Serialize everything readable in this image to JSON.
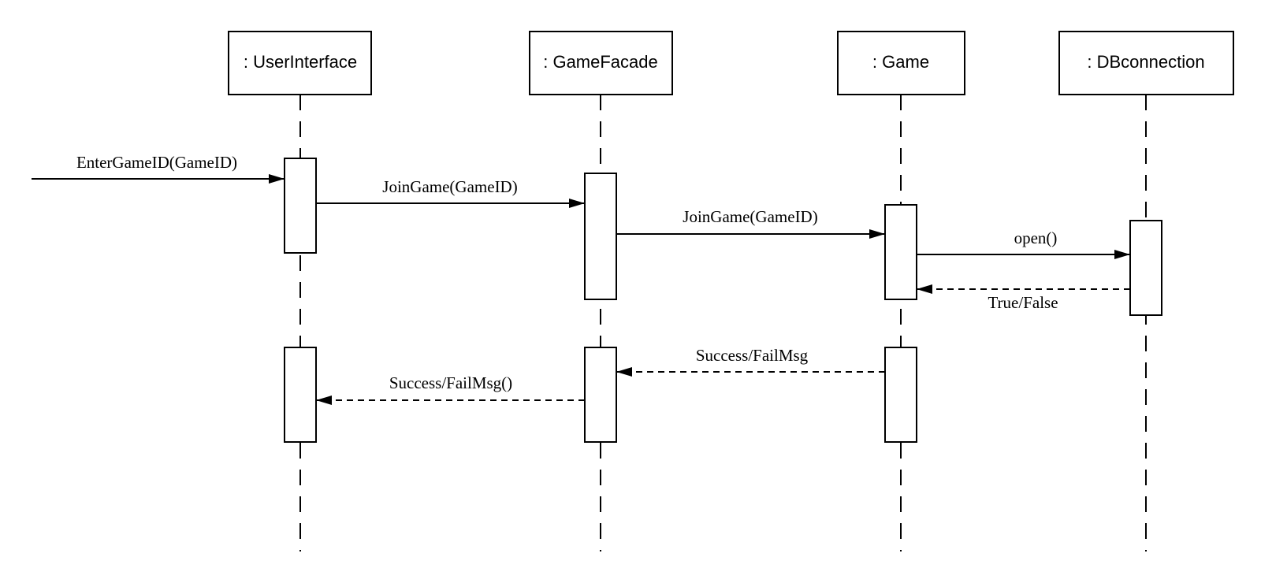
{
  "participants": [
    {
      "id": "ui",
      "label": ": UserInterface"
    },
    {
      "id": "facade",
      "label": ": GameFacade"
    },
    {
      "id": "game",
      "label": ": Game"
    },
    {
      "id": "db",
      "label": ": DBconnection"
    }
  ],
  "messages": [
    {
      "id": "enter-game-id",
      "label": "EnterGameID(GameID)",
      "from": "external",
      "to": "ui",
      "style": "solid"
    },
    {
      "id": "join-game-facade",
      "label": "JoinGame(GameID)",
      "from": "ui",
      "to": "facade",
      "style": "solid"
    },
    {
      "id": "join-game-game",
      "label": "JoinGame(GameID)",
      "from": "facade",
      "to": "game",
      "style": "solid"
    },
    {
      "id": "open",
      "label": "open()",
      "from": "game",
      "to": "db",
      "style": "solid"
    },
    {
      "id": "true-false",
      "label": "True/False",
      "from": "db",
      "to": "game",
      "style": "dashed"
    },
    {
      "id": "success-failmsg",
      "label": "Success/FailMsg",
      "from": "game",
      "to": "facade",
      "style": "dashed"
    },
    {
      "id": "success-failmsg-call",
      "label": "Success/FailMsg()",
      "from": "facade",
      "to": "ui",
      "style": "dashed"
    }
  ],
  "colors": {
    "stroke": "#000000",
    "fill": "#ffffff"
  }
}
